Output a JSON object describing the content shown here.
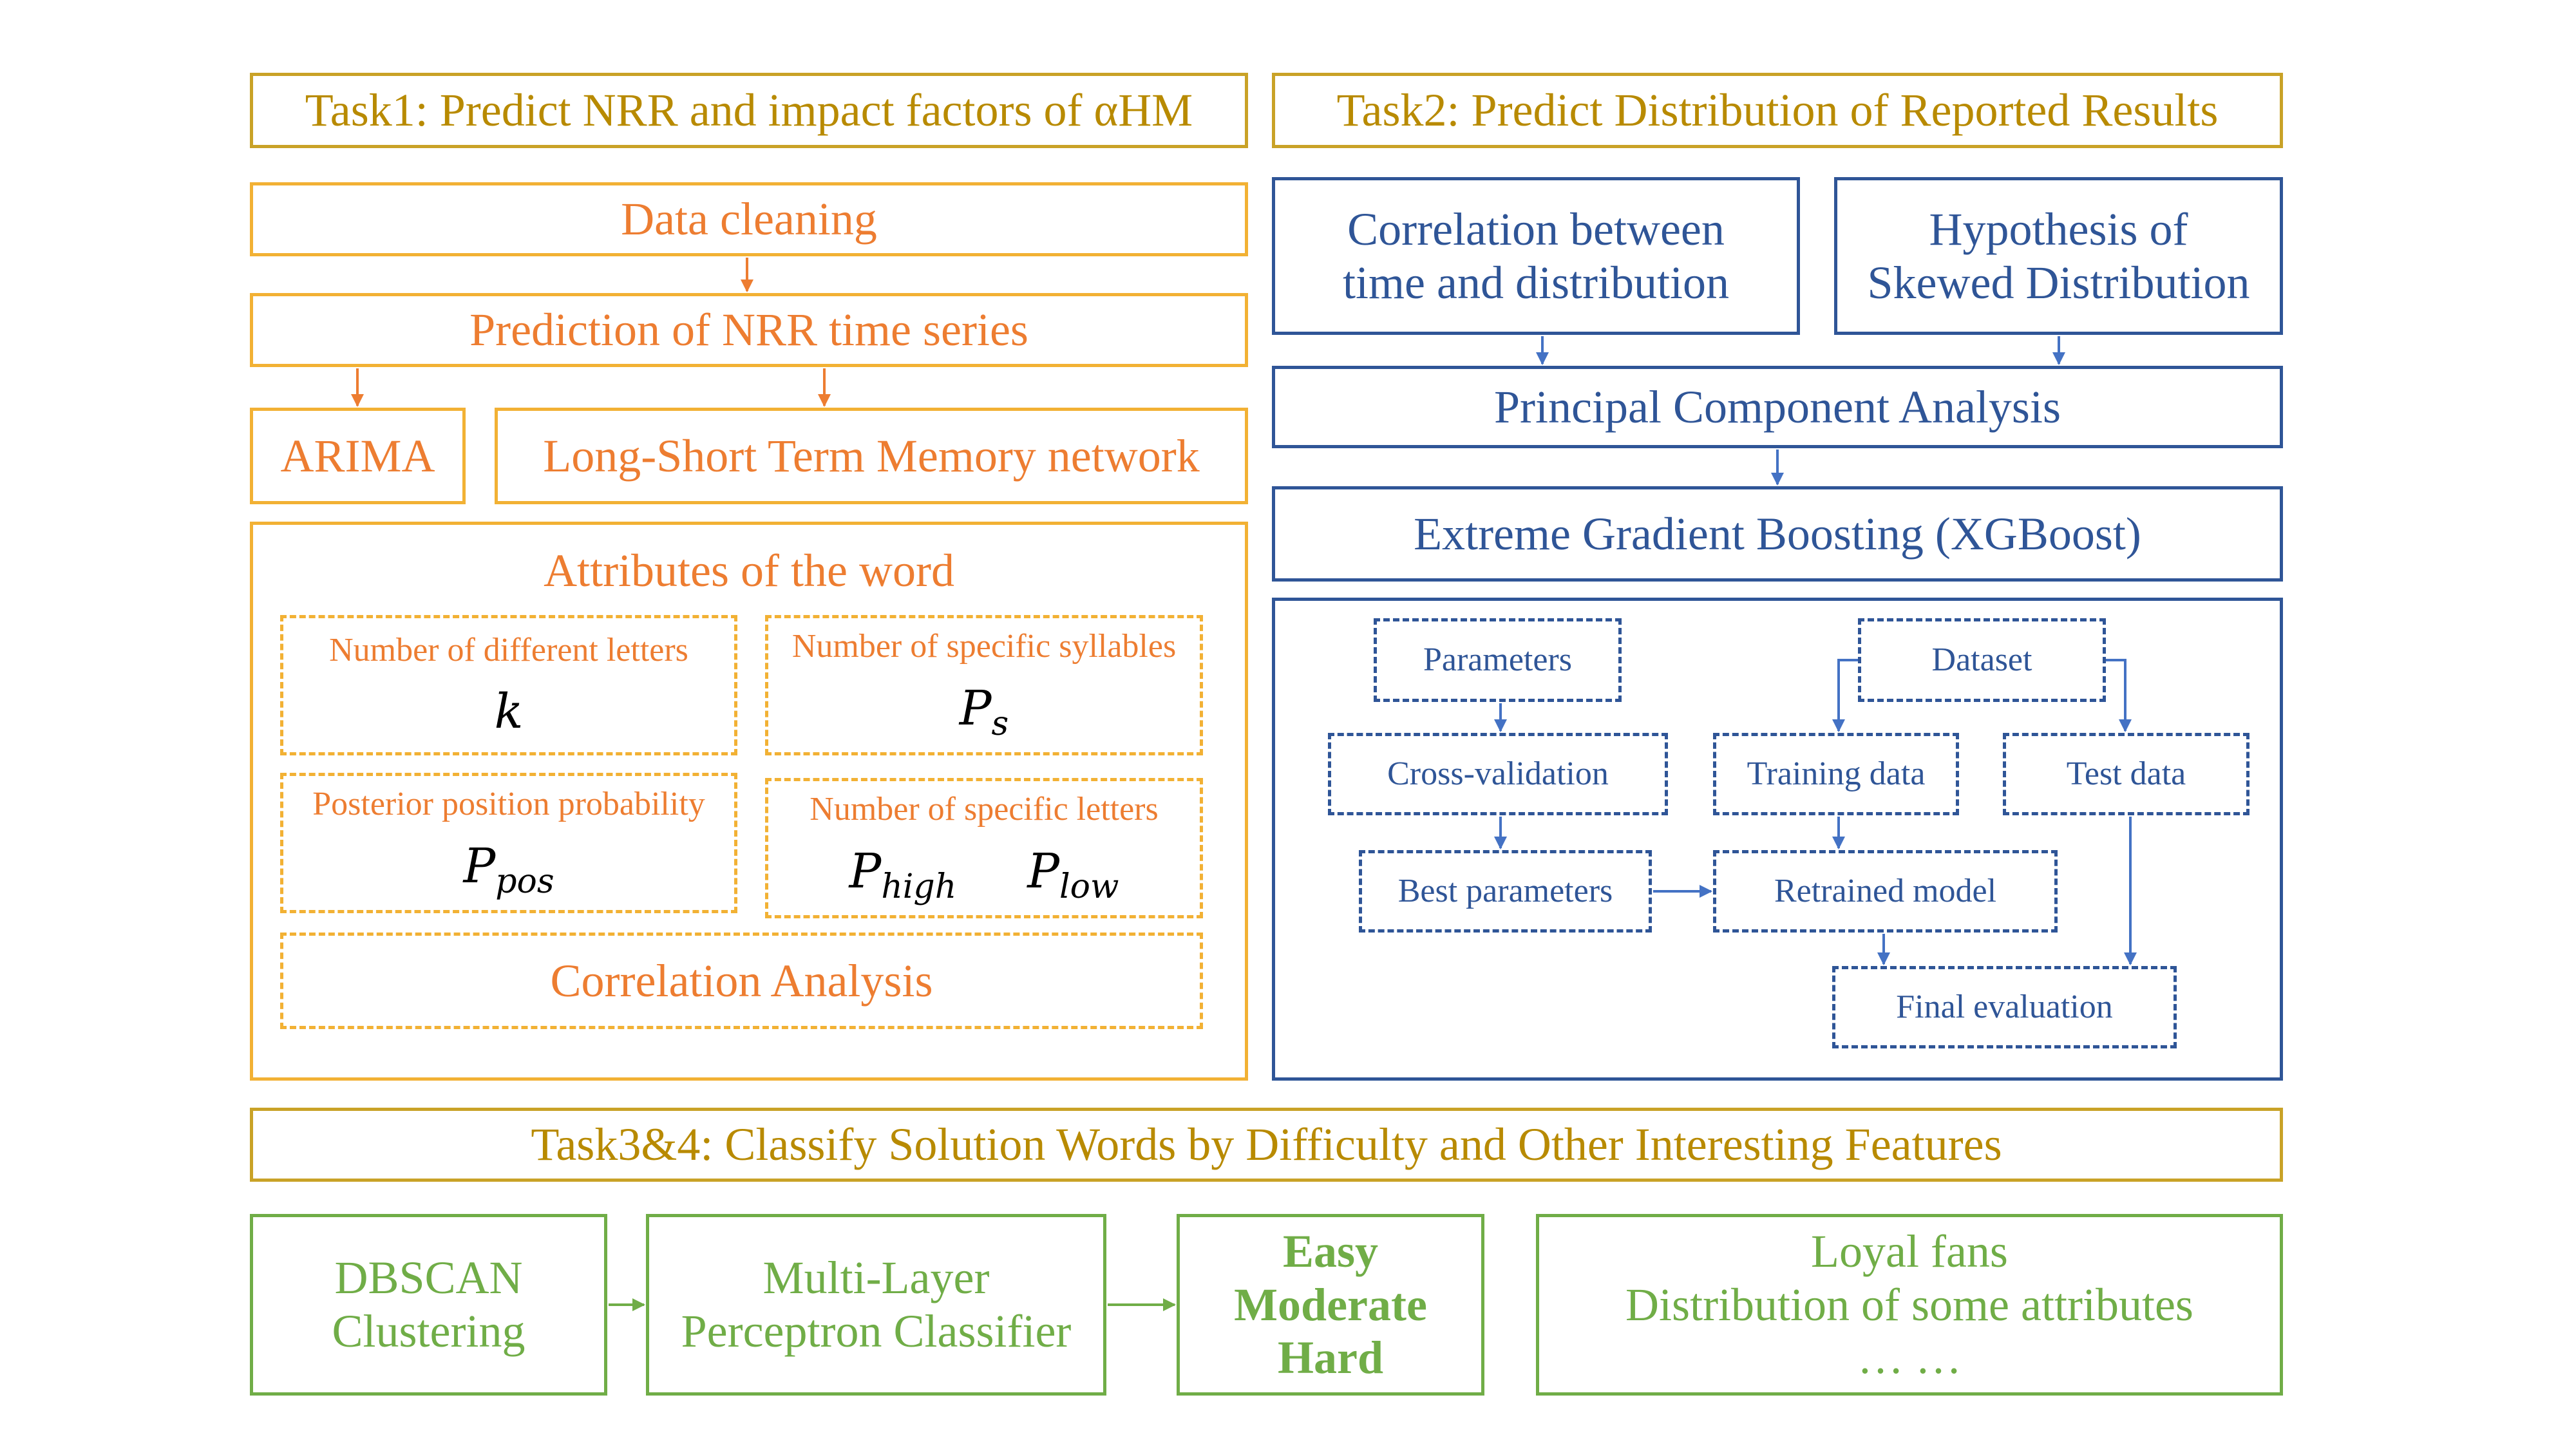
{
  "task1": {
    "header": "Task1: Predict NRR and impact factors of αHM",
    "data_cleaning": "Data cleaning",
    "prediction": "Prediction of NRR time series",
    "arima": "ARIMA",
    "lstm": "Long-Short Term Memory network",
    "attributes": {
      "title": "Attributes of the word",
      "cells": [
        {
          "label": "Number of different letters",
          "symbol": "k"
        },
        {
          "label": "Number of specific syllables",
          "symbol": "P",
          "sub": "s"
        },
        {
          "label": "Posterior position probability",
          "symbol": "P",
          "sub": "pos"
        },
        {
          "label": "Number of specific letters",
          "symbol": "P",
          "sub": "high",
          "symbol2": "P",
          "sub2": "low"
        }
      ],
      "correlation": "Correlation Analysis"
    }
  },
  "task2": {
    "header": "Task2: Predict Distribution of Reported Results",
    "correlation_box": [
      "Correlation between",
      "time and distribution"
    ],
    "hypothesis_box": [
      "Hypothesis of",
      "Skewed Distribution"
    ],
    "pca": "Principal Component Analysis",
    "xgboost": "Extreme Gradient Boosting (XGBoost)",
    "flow": {
      "parameters": "Parameters",
      "dataset": "Dataset",
      "cross_validation": "Cross-validation",
      "training_data": "Training data",
      "test_data": "Test data",
      "best_parameters": "Best parameters",
      "retrained_model": "Retrained model",
      "final_evaluation": "Final evaluation"
    }
  },
  "task34": {
    "header": "Task3&4: Classify Solution Words by Difficulty and Other Interesting Features",
    "dbscan": [
      "DBSCAN",
      "Clustering"
    ],
    "mlp": [
      "Multi-Layer",
      "Perceptron Classifier"
    ],
    "levels": [
      "Easy",
      "Moderate",
      "Hard"
    ],
    "features": [
      "Loyal fans",
      "Distribution of some attributes",
      "… …"
    ]
  },
  "colors": {
    "gold": "#c9a227",
    "orange_text": "#ed7d31",
    "yellow_border": "#f2b134",
    "blue": "#2f5597",
    "arrow_blue": "#4472c4",
    "green": "#70ad47"
  }
}
